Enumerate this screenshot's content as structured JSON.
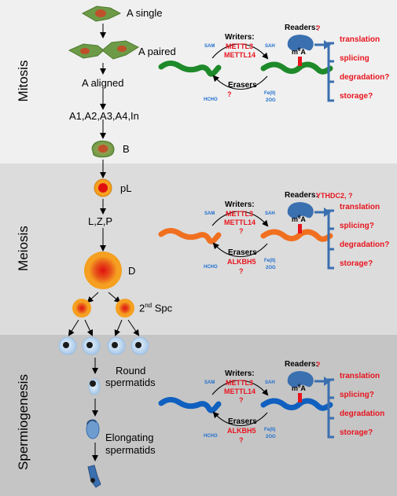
{
  "phases": {
    "mitosis": "Mitosis",
    "meiosis": "Meiosis",
    "spermiogenesis": "Spermiogenesis"
  },
  "cells": {
    "a_single": "A single",
    "a_paired": "A paired",
    "a_aligned": "A aligned",
    "a_list": "A1,A2,A3,A4,In",
    "b": "B",
    "pl": "pL",
    "lzp": "L,Z,P",
    "d": "D",
    "spc_prefix": "2",
    "spc_sup": "nd",
    "spc_suffix": " Spc",
    "round_1": "Round",
    "round_2": "spermatids",
    "elong_1": "Elongating",
    "elong_2": "spermatids"
  },
  "common": {
    "writers": "Writers:",
    "erasers": "Erasers",
    "readers": "Readers:",
    "sam": "SAM",
    "sah": "SAH",
    "hcho": "HCHO",
    "fe": "Fe(II)",
    "og": "2OG",
    "m6a_m": "m",
    "m6a_sup": "6",
    "m6a_a": "A"
  },
  "mitosis_panel": {
    "writer1": "METTL3",
    "writer2": "METTL14",
    "writer3": "",
    "eraser1": "?",
    "eraser2": "",
    "reader": "?",
    "out_translation": "translation",
    "out_splicing": "splicing",
    "out_degradation": "degradation?",
    "out_storage": "storage?"
  },
  "meiosis_panel": {
    "writer1": "METTL3",
    "writer2": "METTL14",
    "writer3": "?",
    "eraser1": "ALKBH5",
    "eraser2": "?",
    "reader": "YTHDC2, ?",
    "out_translation": "translation",
    "out_splicing": "splicing?",
    "out_degradation": "degradation?",
    "out_storage": "storage?"
  },
  "sperm_panel": {
    "writer1": "METTL3",
    "writer2": "METTL14",
    "writer3": "?",
    "eraser1": "ALKBH5",
    "eraser2": "?",
    "reader": "?",
    "out_translation": "translation",
    "out_splicing": "splicing?",
    "out_degradation": "degradation",
    "out_storage": "storage?"
  },
  "colors": {
    "mitosis_rna": "#1e8a2a",
    "meiosis_rna": "#f07020",
    "sperm_rna": "#1060c0",
    "reader_blue": "#3a6fb0",
    "red": "#e8141e",
    "label_blue": "#1f6fcf"
  }
}
